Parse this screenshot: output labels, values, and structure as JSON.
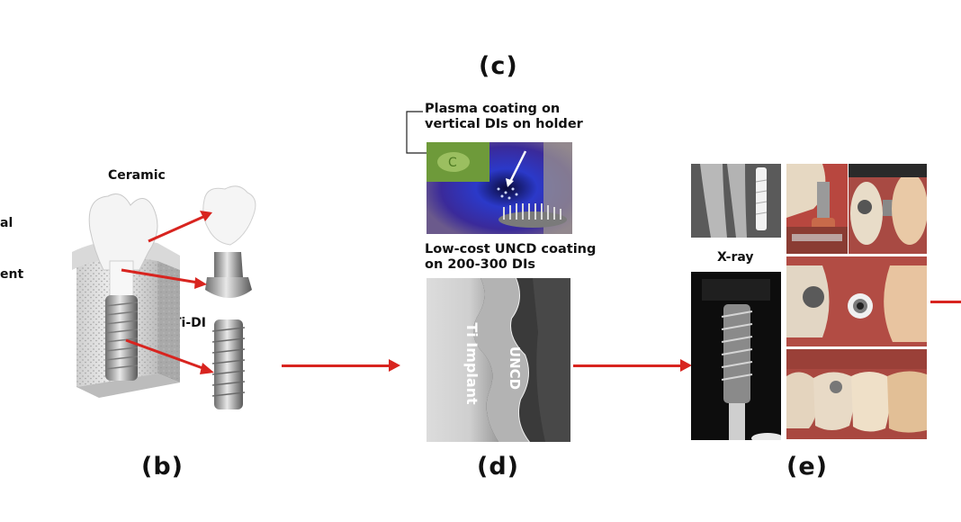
{
  "labels": {
    "panel_c": "(c)",
    "panel_b": "(b)",
    "panel_d": "(d)",
    "panel_e": "(e)"
  },
  "panel_b": {
    "ceramic": "Ceramic",
    "ti_di": "Ti-DI",
    "left_cut_1": "al",
    "left_cut_2": "ent"
  },
  "panel_c": {
    "plasma_caption_line1": "Plasma coating on",
    "plasma_caption_line2": "vertical DIs on holder",
    "uncd_caption_line1": "Low-cost UNCD coating",
    "uncd_caption_line2": "on 200-300 DIs"
  },
  "panel_d": {
    "ti_implant": "Ti Implant",
    "uncd": "UNCD"
  },
  "panel_e": {
    "xray": "X-ray"
  },
  "colors": {
    "arrow": "#d8241f",
    "plasma_blue": "#2b39c9",
    "gum": "#b8473f"
  }
}
